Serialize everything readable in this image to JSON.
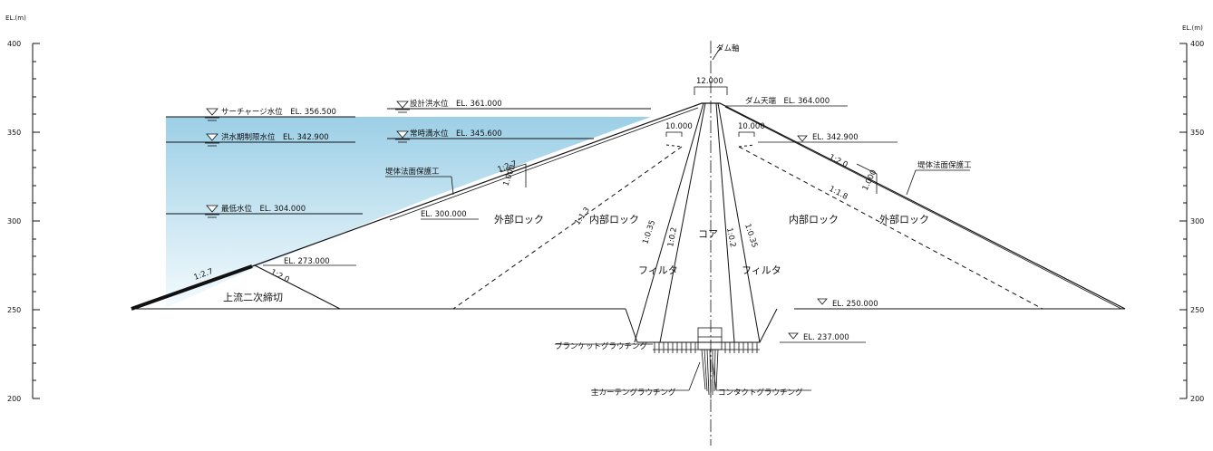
{
  "header": {
    "faded_title": ""
  },
  "axes": {
    "left_title": "EL.(m)",
    "right_title": "EL.(m)",
    "ticks": [
      "400",
      "350",
      "300",
      "250",
      "200"
    ]
  },
  "labels": {
    "dam_axis": "ダム軸",
    "crest_width": "12.000",
    "crest": "ダム天端　EL. 364.000",
    "surcharge": "サーチャージ水位　EL. 356.500",
    "design_flood": "設計洪水位　EL. 361.000",
    "flood_limit": "洪水期制限水位　EL. 342.900",
    "normal_water": "常時満水位　EL. 345.600",
    "lowest_water": "最低水位　EL. 304.000",
    "slope_protection_up": "堤体法面保護工",
    "slope_protection_down": "堤体法面保護工",
    "el300": "EL. 300.000",
    "el273": "EL. 273.000",
    "el342_down": "EL. 342.900",
    "el250": "EL. 250.000",
    "el237": "EL. 237.000",
    "width_up": "10.000",
    "width_down": "10.000",
    "slope_up_main": "1:2.7",
    "slope_up_div": "1.000",
    "slope_cof_up": "1:2.7",
    "slope_cof_down": "1:2.0",
    "slope_inner_up": "1:1.3",
    "slope_filter_up_outer": "1:0.35",
    "slope_filter_up_inner": "1:0.2",
    "slope_filter_down_inner": "1:0.2",
    "slope_filter_down_outer": "1:0.35",
    "slope_down_main": "1:2.0",
    "slope_down_div": "1.000",
    "slope_inner_down": "1:1.8",
    "outer_rock_up": "外部ロック",
    "inner_rock_up": "内部ロック",
    "core": "コア",
    "inner_rock_down": "内部ロック",
    "outer_rock_down": "外部ロック",
    "filter_up": "フィルタ",
    "filter_down": "フィルタ",
    "cofferdam": "上流二次締切",
    "blanket_grouting": "ブランケットグラウチング",
    "curtain_grouting": "主カーテングラウチング",
    "contact_grouting": "コンタクトグラウチング"
  },
  "colors": {
    "water_top": "#9ccfe6",
    "water_bottom": "#f4fbfe",
    "line": "#111111",
    "header": "#e8708a"
  }
}
